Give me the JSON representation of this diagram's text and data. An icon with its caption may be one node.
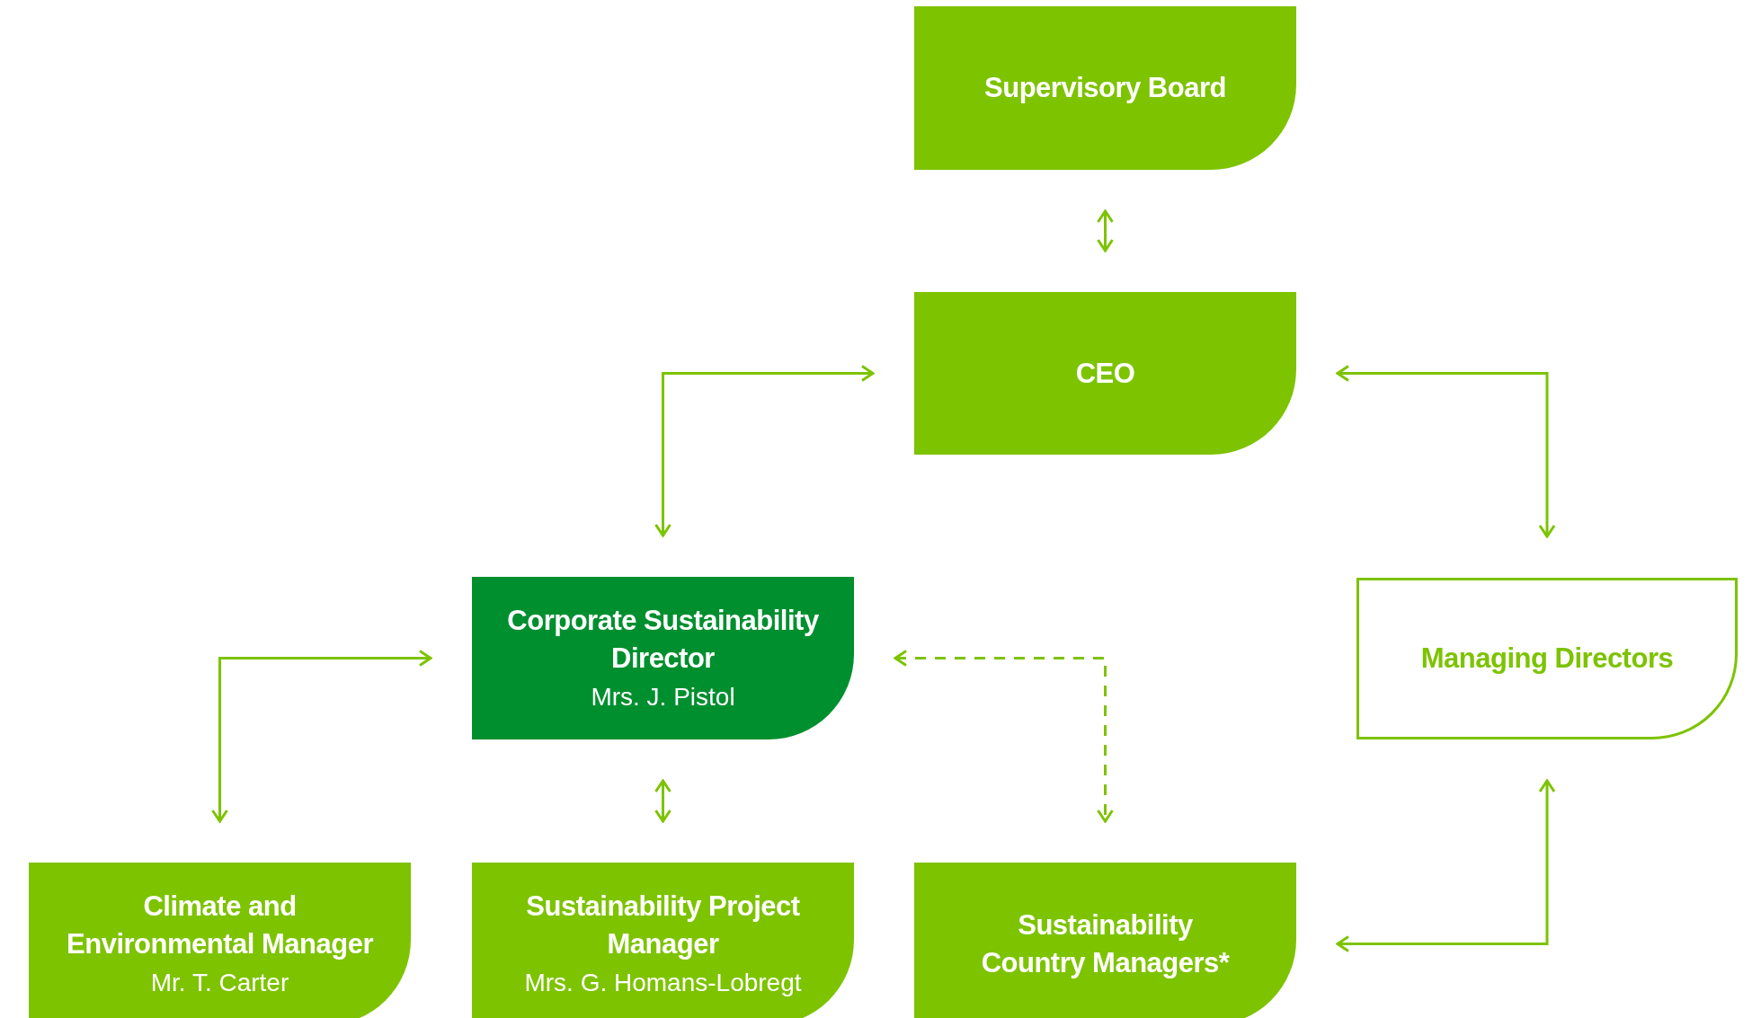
{
  "diagram": {
    "nodes": [
      {
        "text": [
          "Supervisory Board"
        ]
      },
      {
        "text": [
          "CEO"
        ]
      },
      {
        "text": [
          "Corporate Sustainability Director",
          "Mrs. J. Pistol"
        ]
      },
      {
        "text": [
          "Managing Directors"
        ]
      },
      {
        "text": [
          "Climate and Environmental Manager",
          "Mr. T. Carter"
        ]
      },
      {
        "text": [
          "Sustainability Project Manager",
          "Mrs. G. Homans-Lobregt"
        ]
      },
      {
        "text": [
          "Sustainability Country Managers*"
        ]
      }
    ],
    "edges": [
      {
        "from": 0,
        "to": 1,
        "arrow": "both"
      },
      {
        "from": 1,
        "to": 2,
        "arrow": "both"
      },
      {
        "from": 1,
        "to": 3,
        "arrow": "both"
      },
      {
        "from": 2,
        "to": 4,
        "arrow": "both"
      },
      {
        "from": 2,
        "to": 5,
        "arrow": "both"
      },
      {
        "from": 2,
        "to": 6,
        "arrow": "both",
        "style": "dashed"
      },
      {
        "from": 6,
        "to": 3,
        "arrow": "both"
      }
    ]
  }
}
